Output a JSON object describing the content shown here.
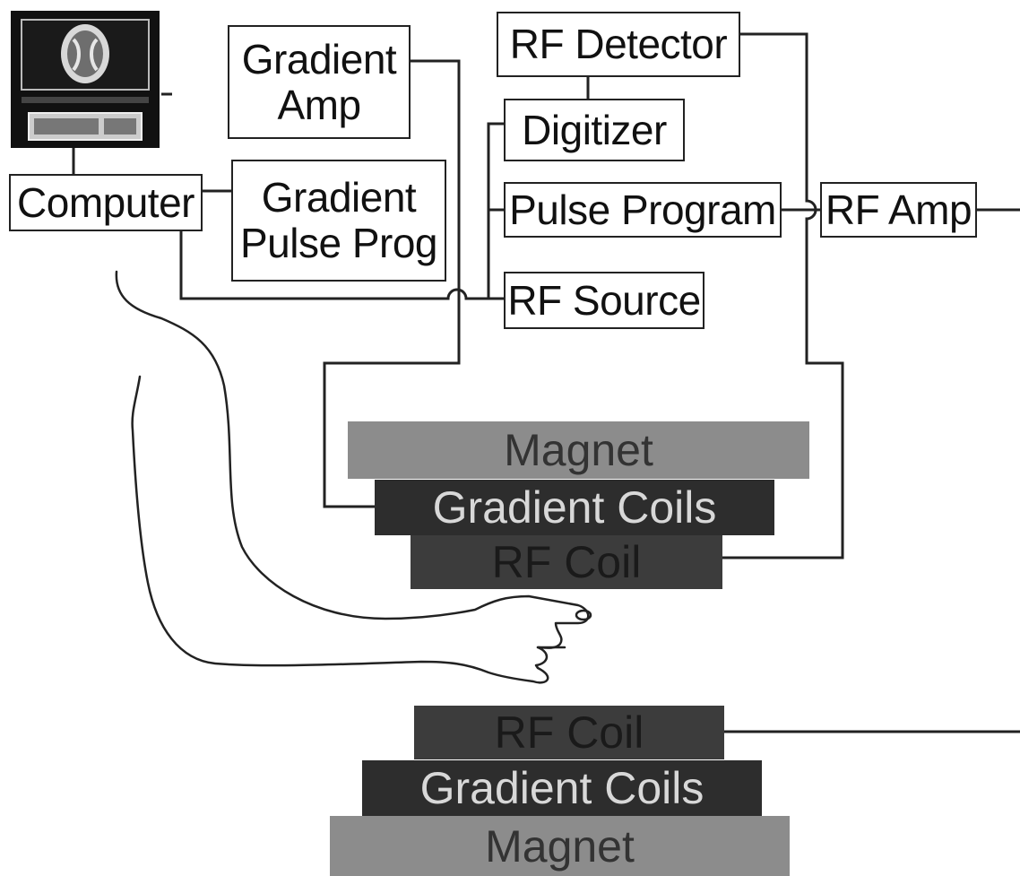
{
  "blocks": {
    "gradient_amp": "Gradient\nAmp",
    "rf_detector": "RF Detector",
    "digitizer": "Digitizer",
    "computer": "Computer",
    "gradient_pulse_prog": "Gradient\nPulse Prog",
    "pulse_program": "Pulse Program",
    "rf_amp": "RF Amp",
    "rf_source": "RF Source"
  },
  "scanner_top": {
    "magnet": "Magnet",
    "gradient_coils": "Gradient Coils",
    "rf_coil": "RF Coil"
  },
  "scanner_bottom": {
    "rf_coil": "RF Coil",
    "gradient_coils": "Gradient Coils",
    "magnet": "Magnet"
  },
  "colors": {
    "magnet": "#8c8c8c",
    "gradient_coils": "#2d2d2d",
    "rf_coil": "#3c3c3c",
    "wire": "#222222"
  },
  "icons": [
    "computer-monitor-icon",
    "keyboard-icon",
    "brain-scan-icon",
    "arm-pointing-icon"
  ]
}
